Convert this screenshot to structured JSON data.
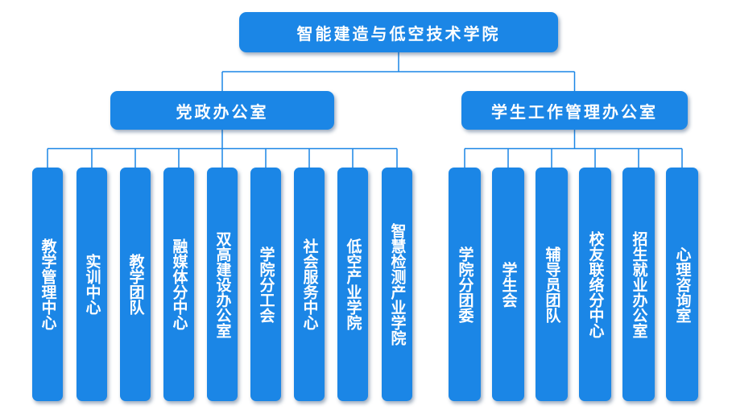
{
  "root": {
    "label": "智能建造与低空技术学院"
  },
  "departments": [
    {
      "label": "党政办公室",
      "units": [
        "教学管理中心",
        "实训中心",
        "教学团队",
        "融媒体分中心",
        "双高建设办公室",
        "学院分工会",
        "社会服务中心",
        "低空产业学院",
        "智慧检测产业学院"
      ]
    },
    {
      "label": "学生工作管理办公室",
      "units": [
        "学院分团委",
        "学生会",
        "辅导员团队",
        "校友联络分中心",
        "招生就业办公室",
        "心理咨询室"
      ]
    }
  ],
  "colors": {
    "box": "#1b86e6",
    "line": "#1b86e6",
    "text": "#ffffff"
  }
}
